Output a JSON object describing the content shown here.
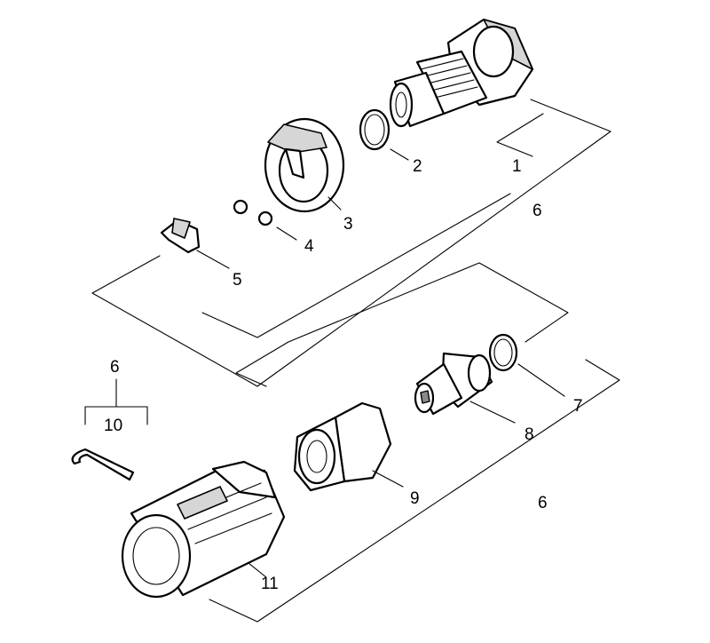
{
  "callouts": {
    "c1": "1",
    "c2": "2",
    "c3": "3",
    "c4": "4",
    "c5": "5",
    "c6_upper": "6",
    "c6_left": "6",
    "c6_lower": "6",
    "c7": "7",
    "c8": "8",
    "c9": "9",
    "c10": "10",
    "c11": "11"
  }
}
